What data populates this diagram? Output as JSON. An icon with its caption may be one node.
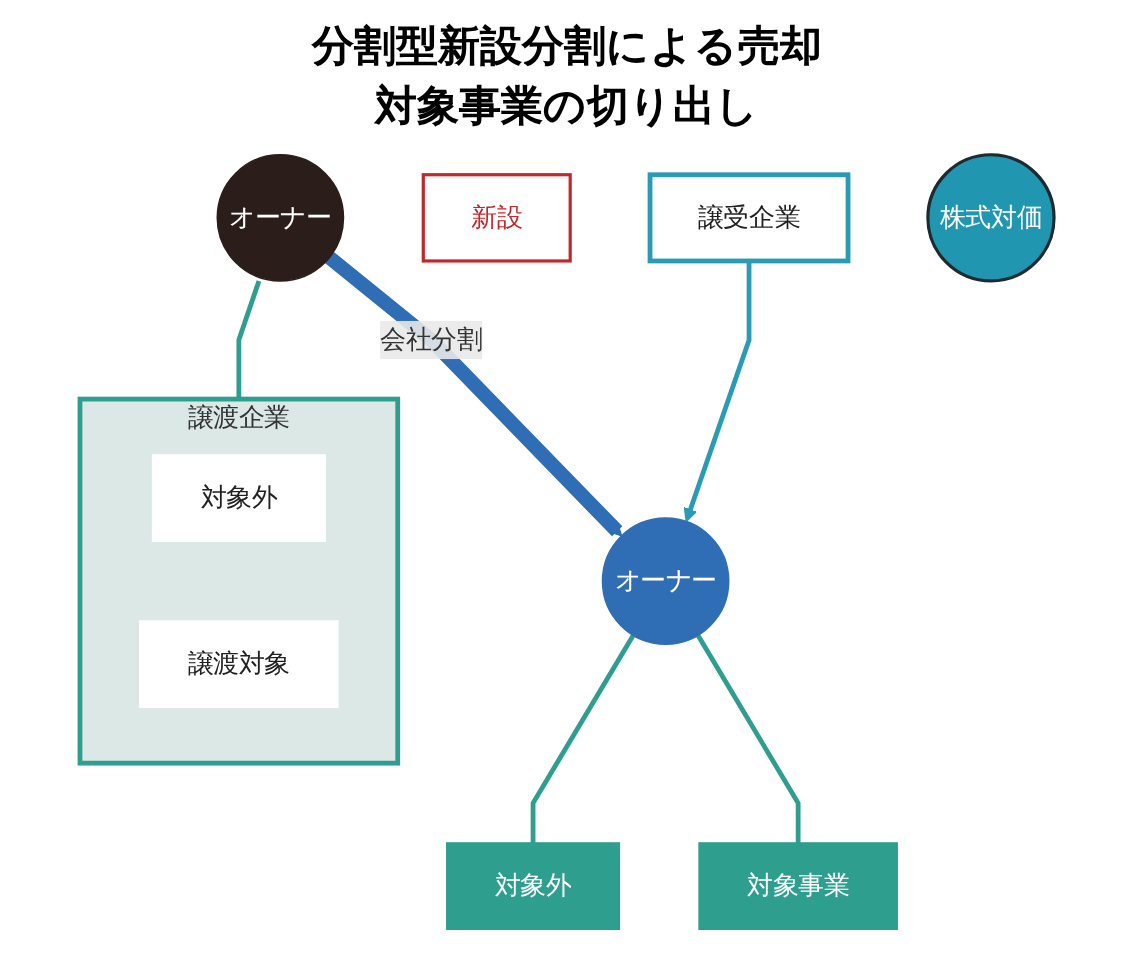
{
  "diagram": {
    "title": "分割型新設分割による売却対象事業の切り出し",
    "nodes": [
      {
        "text": [
          "オーナー"
        ]
      },
      {
        "text": [
          "譲渡企業"
        ]
      },
      {
        "text": [
          "対象外"
        ],
        "in": 1
      },
      {
        "text": [
          "譲渡対象"
        ],
        "in": 1
      },
      {
        "text": [
          "オーナー"
        ]
      },
      {
        "text": [
          "対象外"
        ]
      },
      {
        "text": [
          "対象事業"
        ]
      },
      {
        "text": [
          "新設"
        ]
      },
      {
        "text": [
          "譲受企業"
        ]
      },
      {
        "text": [
          "株式対価"
        ]
      }
    ],
    "edges": [
      {
        "from": 0,
        "to": 1,
        "arrow": "none"
      },
      {
        "from": 0,
        "to": 4,
        "arrow": "to",
        "label": "会社分割",
        "style": "thick",
        "color": "#2f6db5"
      },
      {
        "from": 4,
        "to": 5,
        "arrow": "none"
      },
      {
        "from": 4,
        "to": 6,
        "arrow": "none"
      },
      {
        "from": 8,
        "to": 4,
        "arrow": "to",
        "color": "#2a9bb5"
      }
    ]
  }
}
